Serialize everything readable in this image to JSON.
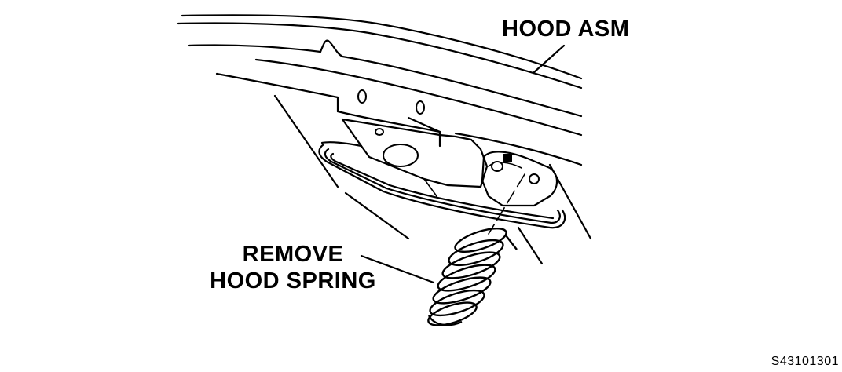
{
  "callouts": {
    "hood_asm": "HOOD ASM",
    "remove_line1": "REMOVE",
    "remove_line2": "HOOD SPRING"
  },
  "figure_code": "S43101301"
}
